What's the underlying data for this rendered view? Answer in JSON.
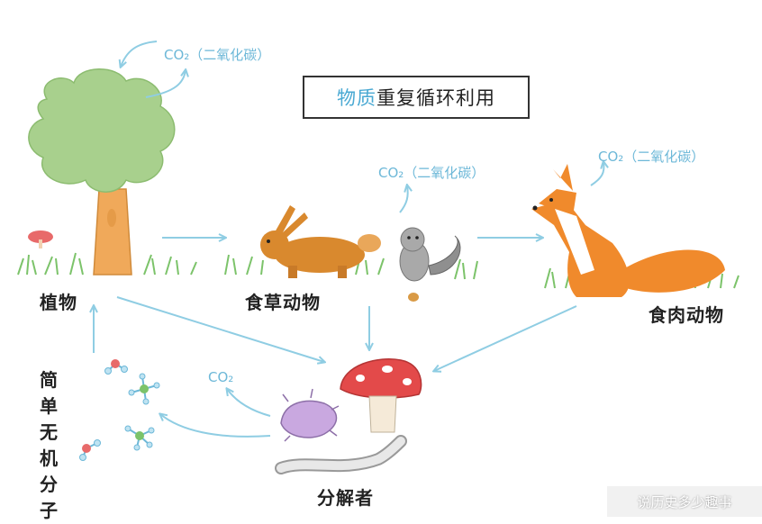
{
  "title": {
    "highlight": "物质",
    "rest": "重复循环利用"
  },
  "labels": {
    "plant": "植物",
    "herbivore": "食草动物",
    "carnivore": "食肉动物",
    "decomposer": "分解者",
    "inorganic": "简单无机分子"
  },
  "co2": {
    "plant": "CO₂（二氧化碳）",
    "herbivore": "CO₂（二氧化碳）",
    "carnivore": "CO₂（二氧化碳）",
    "decomposer": "CO₂"
  },
  "watermark": "说历史多少趣事",
  "colors": {
    "arrow": "#8fcde3",
    "highlight": "#4aa9d3",
    "tree_canopy": "#a8d08d",
    "trunk": "#f0a95a",
    "fox": "#f08a2c",
    "rabbit": "#d9892e",
    "mushroom_cap": "#e34a4a",
    "bug": "#c9a8e0"
  }
}
